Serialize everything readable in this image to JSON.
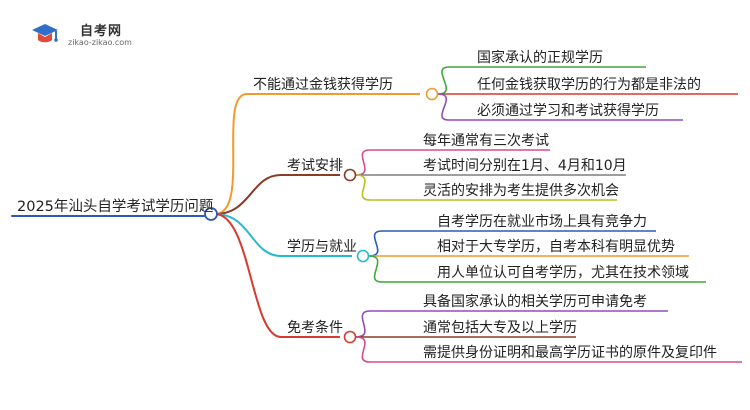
{
  "logo": {
    "name": "自考网",
    "url_text": "zikao-zikao.com"
  },
  "root": "2025年汕头自学考试学历问题",
  "branches": [
    {
      "label": "不能通过金钱获得学历",
      "color": "#f29a2e",
      "children": [
        {
          "text": "国家承认的正规学历",
          "color": "#41a93c"
        },
        {
          "text": "任何金钱获取学历的行为都是非法的",
          "color": "#d63a2f"
        },
        {
          "text": "必须通过学习和考试获得学历",
          "color": "#8f4fbe"
        }
      ]
    },
    {
      "label": "考试安排",
      "color": "#8b3b26",
      "children": [
        {
          "text": "每年通常有三次考试",
          "color": "#d64b8e"
        },
        {
          "text": "考试时间分别在1月、4月和10月",
          "color": "#7f7f7f"
        },
        {
          "text": "灵活的安排为考生提供多次机会",
          "color": "#b7c21f"
        }
      ]
    },
    {
      "label": "学历与就业",
      "color": "#25b9cf",
      "children": [
        {
          "text": "自考学历在就业市场上具有竞争力",
          "color": "#2a5bb8"
        },
        {
          "text": "相对于大专学历，自考本科有明显优势",
          "color": "#f29a2e"
        },
        {
          "text": "用人单位认可自考学历，尤其在技术领域",
          "color": "#41a93c"
        }
      ]
    },
    {
      "label": "免考条件",
      "color": "#d63a2f",
      "children": [
        {
          "text": "具备国家承认的相关学历可申请免考",
          "color": "#8f4fbe"
        },
        {
          "text": "通常包括大专及以上学历",
          "color": "#8b3b26"
        },
        {
          "text": "需提供身份证明和最高学历证书的原件及复印件",
          "color": "#d64b8e"
        }
      ]
    }
  ]
}
